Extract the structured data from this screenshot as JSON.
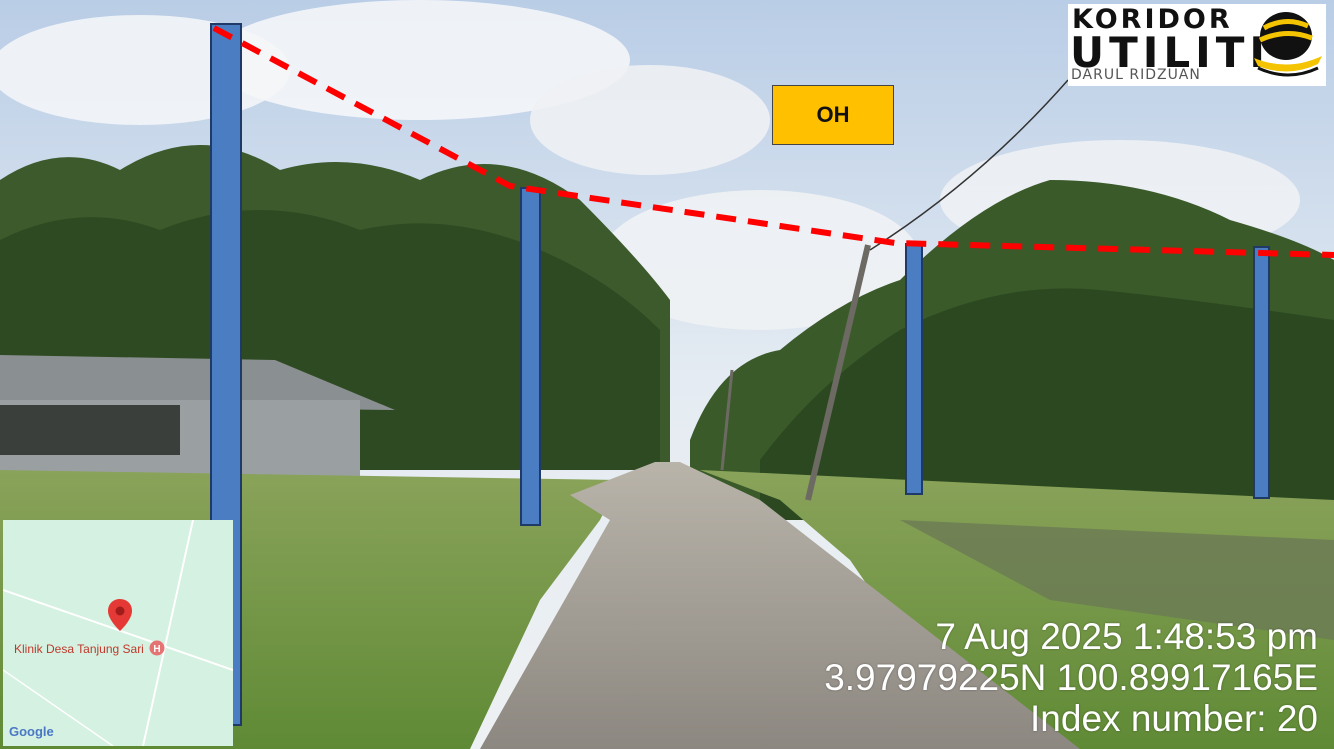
{
  "overlay_label": "OH",
  "logo": {
    "line1": "KORIDOR",
    "line2": "UTILITI",
    "line3": "DARUL RIDZUAN"
  },
  "map": {
    "place_label": "Klinik Desa Tanjung Sari",
    "provider": "Google"
  },
  "stamp": {
    "datetime": "7 Aug 2025 1:48:53 pm",
    "coordinates": "3.97979225N 100.89917165E",
    "index": "Index number: 20"
  },
  "colors": {
    "pole": "#4A7DC1",
    "cable": "#FF0000",
    "tag": "#FFC000"
  }
}
